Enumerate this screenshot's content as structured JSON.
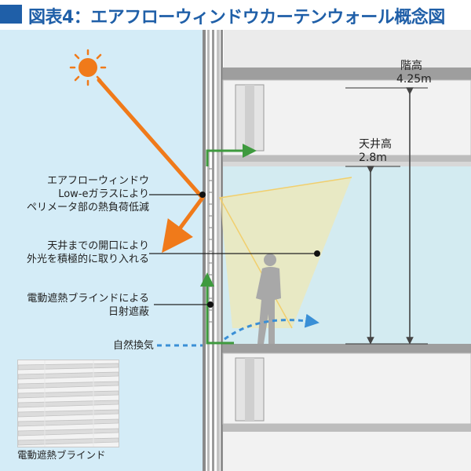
{
  "title": "図表4：エアフローウィンドウカーテンウォール概念図",
  "dimensions": {
    "floor_height_label": "階高",
    "floor_height_value": "4.25m",
    "ceiling_height_label": "天井高",
    "ceiling_height_value": "2.8m"
  },
  "callouts": {
    "airflow_line1": "エアフローウィンドウ",
    "airflow_line2": "Low-eガラスにより",
    "airflow_line3": "ペリメータ部の熱負荷低減",
    "opening_line1": "天井までの開口により",
    "opening_line2": "外光を積極的に取り入れる",
    "blind_line1": "電動遮熱ブラインドによる",
    "blind_line2": "日射遮蔽",
    "ventilation": "自然換気"
  },
  "photo_caption": "電動遮熱ブラインド",
  "colors": {
    "title": "#1f5fa8",
    "sun": "#f07a1a",
    "airflow_arrow": "#3e9a3e",
    "ventilation_arrow": "#3a8fd6",
    "outside_sky": "#d4ecf7",
    "light_cone": "#f6e7a6"
  },
  "icons": {
    "sun": "sun-icon",
    "person": "person-silhouette-icon"
  }
}
